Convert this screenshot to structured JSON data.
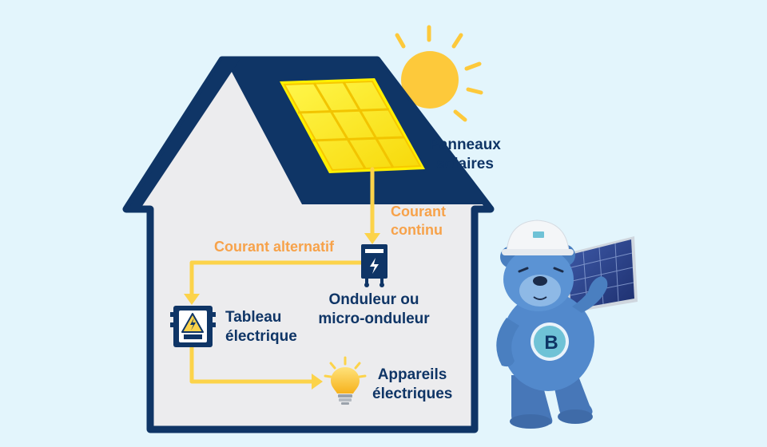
{
  "labels": {
    "solar_panels": [
      "Panneaux",
      "solaires"
    ],
    "direct_current": [
      "Courant",
      "continu"
    ],
    "alternating_current": "Courant alternatif",
    "inverter": [
      "Onduleur ou",
      "micro-onduleur"
    ],
    "electrical_panel": [
      "Tableau",
      "électrique"
    ],
    "appliances": [
      "Appareils",
      "électriques"
    ]
  },
  "mascot": {
    "badge_letter": "B"
  },
  "colors": {
    "background": "#e3f5fc",
    "house_outline": "#0f3566",
    "house_fill": "#ececee",
    "solar_panel": "#fff000",
    "flow_arrow": "#fcd34a",
    "label_navy": "#0f3566",
    "label_orange": "#f7a24a",
    "sun": "#fdc93b",
    "mascot": "#4f86c9"
  }
}
